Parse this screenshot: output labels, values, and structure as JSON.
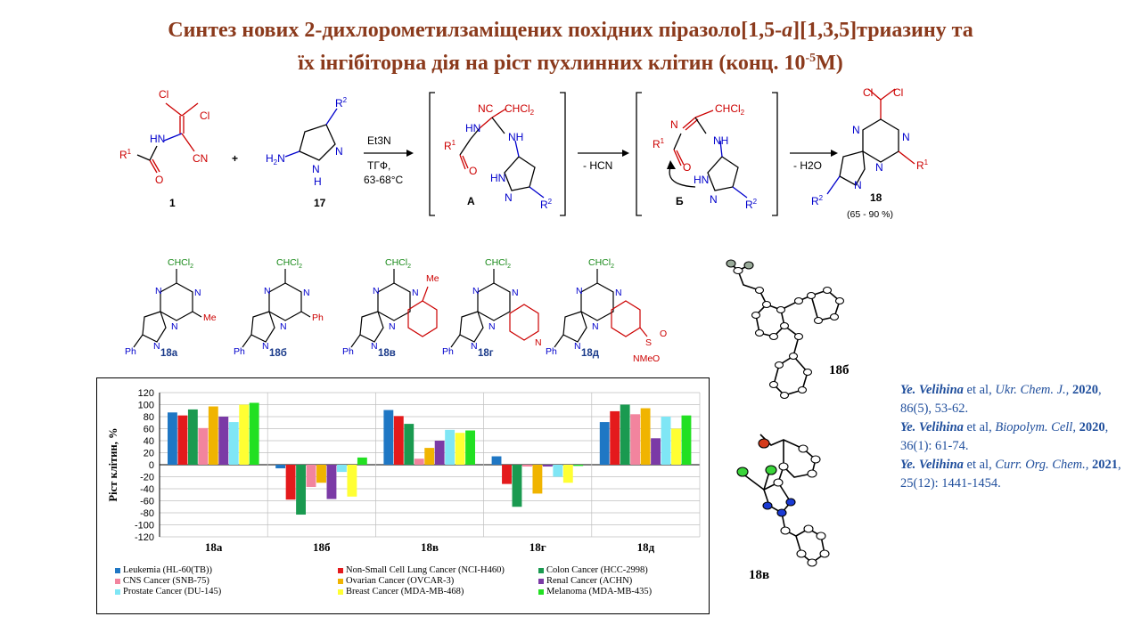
{
  "title": {
    "line1_a": "Синтез нових 2-дихлорометилзаміщених похідних піразоло[1,5-",
    "line1_italic": "a",
    "line1_b": "][1,3,5]триазину та",
    "line2_a": "їх інгібіторна дія на ріст пухлинних клітин (конц. 10",
    "line2_sup": "-5",
    "line2_b": "М)"
  },
  "scheme": {
    "compound_1": "1",
    "compound_17": "17",
    "intermediate_a": "А",
    "intermediate_b": "Б",
    "product": "18",
    "yield": "(65 - 90 %)",
    "plus": "+",
    "reagent": "Et3N",
    "solvent": "ТГФ,",
    "temperature": "63-68°C",
    "step2": "- HCN",
    "step3": "- H2O"
  },
  "derivatives": [
    {
      "label": "18а",
      "substituent": "Me"
    },
    {
      "label": "18б",
      "substituent": "Ph"
    },
    {
      "label": "18в",
      "substituent": "Me"
    },
    {
      "label": "18г",
      "substituent": "N"
    },
    {
      "label": "18д",
      "substituent": "S"
    }
  ],
  "xray": {
    "label1": "18б",
    "label2": "18в"
  },
  "references": [
    {
      "author": "Ye. Velihina",
      "etal": " et al, ",
      "journal": "Ukr. Chem. J.",
      "year": "2020",
      "rest": ", 86(5), 53-62."
    },
    {
      "author": "Ye. Velihina",
      "etal": " et al, ",
      "journal": "Biopolym. Cell",
      "year": "2020",
      "rest": ", 36(1): 61-74."
    },
    {
      "author": "Ye. Velihina",
      "etal": " et al, ",
      "journal": "Curr. Org. Chem.",
      "year": "2021",
      "rest": ", 25(12): 1441-1454."
    }
  ],
  "chart_data": {
    "type": "bar",
    "title": "",
    "xlabel": "",
    "ylabel": "Ріст клітин, %",
    "ylim": [
      -120,
      120
    ],
    "yticks": [
      120,
      100,
      80,
      60,
      40,
      20,
      0,
      -20,
      -40,
      -60,
      -80,
      -100,
      -120
    ],
    "grid": true,
    "legend_position": "bottom",
    "categories": [
      "18а",
      "18б",
      "18в",
      "18г",
      "18д"
    ],
    "series": [
      {
        "name": "Leukemia (HL-60(TB))",
        "color": "#1f77c4",
        "values": [
          87,
          -6,
          91,
          14,
          71
        ]
      },
      {
        "name": "Non-Small Cell Lung Cancer (NCI-H460)",
        "color": "#e41a1c",
        "values": [
          82,
          -58,
          81,
          -32,
          89
        ]
      },
      {
        "name": "Colon Cancer (HCC-2998)",
        "color": "#1a9a50",
        "values": [
          92,
          -83,
          68,
          -70,
          100
        ]
      },
      {
        "name": "CNS  Cancer (SNB-75)",
        "color": "#f2849e",
        "values": [
          61,
          -37,
          10,
          -3,
          84
        ]
      },
      {
        "name": "Ovarian Cancer (OVCAR-3)",
        "color": "#f0b400",
        "values": [
          97,
          -30,
          28,
          -48,
          94
        ]
      },
      {
        "name": "Renal Cancer (ACHN)",
        "color": "#7b3aa6",
        "values": [
          80,
          -57,
          40,
          -3,
          44
        ]
      },
      {
        "name": "Prostate Cancer (DU-145)",
        "color": "#7fe6f5",
        "values": [
          71,
          -12,
          58,
          -20,
          80
        ]
      },
      {
        "name": "Breast Cancer (MDA-MB-468)",
        "color": "#ffff33",
        "values": [
          100,
          -53,
          53,
          -30,
          60
        ]
      },
      {
        "name": "Melanoma (MDA-MB-435)",
        "color": "#22e022",
        "values": [
          103,
          12,
          57,
          -2,
          82
        ]
      }
    ]
  }
}
